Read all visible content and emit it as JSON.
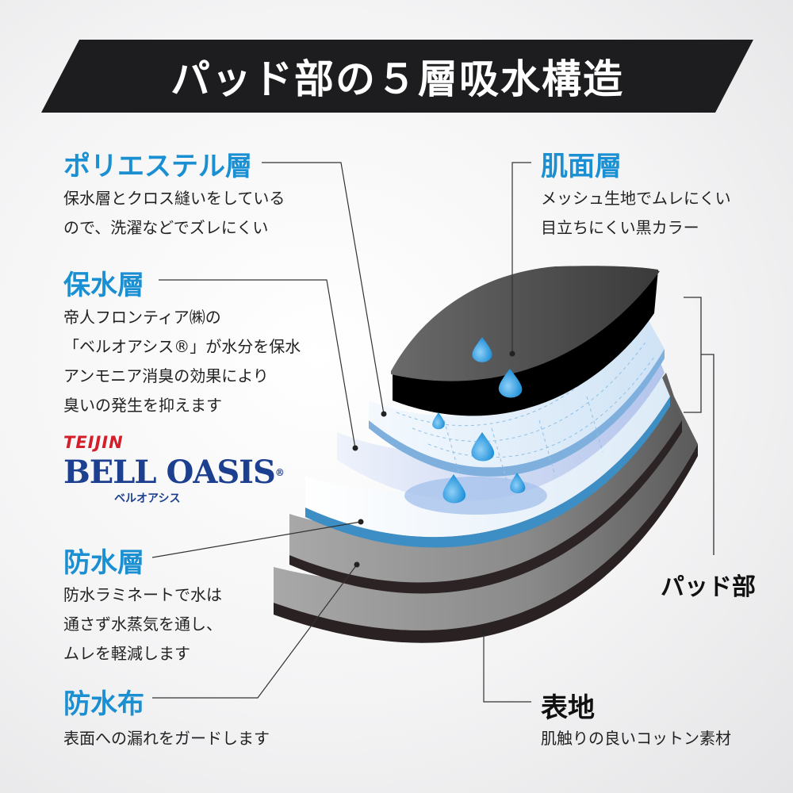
{
  "title": "パッド部の５層吸水構造",
  "left": [
    {
      "heading": "ポリエステル層",
      "desc": "保水層とクロス縫いをしている\nので、洗濯などでズレにくい"
    },
    {
      "heading": "保水層",
      "desc": "帝人フロンティア㈱の\n「ベルオアシス®」が水分を保水\nアンモニア消臭の効果により\n臭いの発生を抑えます"
    },
    {
      "heading": "防水層",
      "desc": "防水ラミネートで水は\n通さず水蒸気を通し、\nムレを軽減します"
    },
    {
      "heading": "防水布",
      "desc": "表面への漏れをガードします"
    }
  ],
  "right": [
    {
      "heading": "肌面層",
      "desc": "メッシュ生地でムレにくい\n目立ちにくい黒カラー"
    },
    {
      "heading": "表地",
      "desc": "肌触りの良いコットン素材"
    }
  ],
  "bracket_label": "パッド部",
  "logo": {
    "brand": "TEIJIN",
    "product": "BELL OASIS",
    "product_kana": "ベルオアシス"
  },
  "colors": {
    "accent": "#1a8fd1",
    "banner": "#1d1d1f",
    "layer_dark": "#555555",
    "layer_gray": "#9a9a9a",
    "layer_light_blue": "#dbeaf7",
    "layer_blue": "#b9cbee",
    "water": "#39a6e8"
  }
}
